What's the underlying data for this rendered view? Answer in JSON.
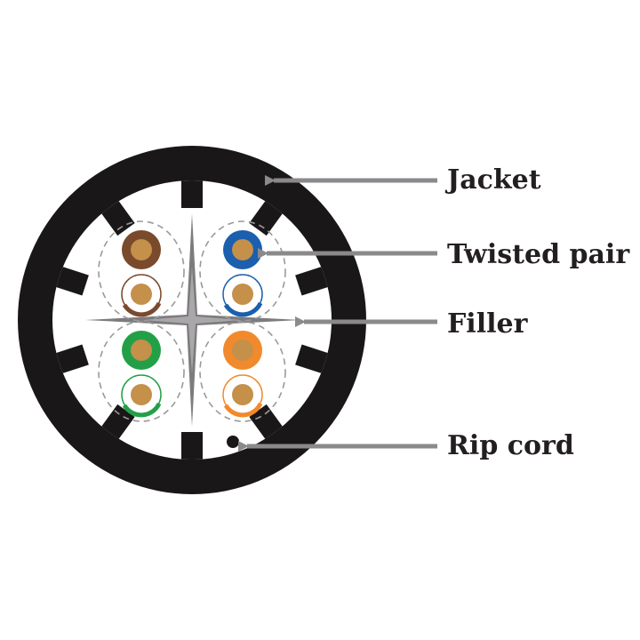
{
  "labels": {
    "jacket": "Jacket",
    "twisted_pair": "Twisted pair",
    "filler": "Filler",
    "rip_cord": "Rip cord"
  },
  "colors": {
    "jacket": "#1a1718",
    "filler": "#7d7b7e",
    "arrow": "#8a898c",
    "copper": "#c4904a",
    "brown": "#7a4a2c",
    "blue": "#1b5fae",
    "green": "#23a047",
    "orange": "#f18a2c"
  },
  "pairs": [
    {
      "name": "brown-pair",
      "color": "brown"
    },
    {
      "name": "blue-pair",
      "color": "blue"
    },
    {
      "name": "green-pair",
      "color": "green"
    },
    {
      "name": "orange-pair",
      "color": "orange"
    }
  ]
}
